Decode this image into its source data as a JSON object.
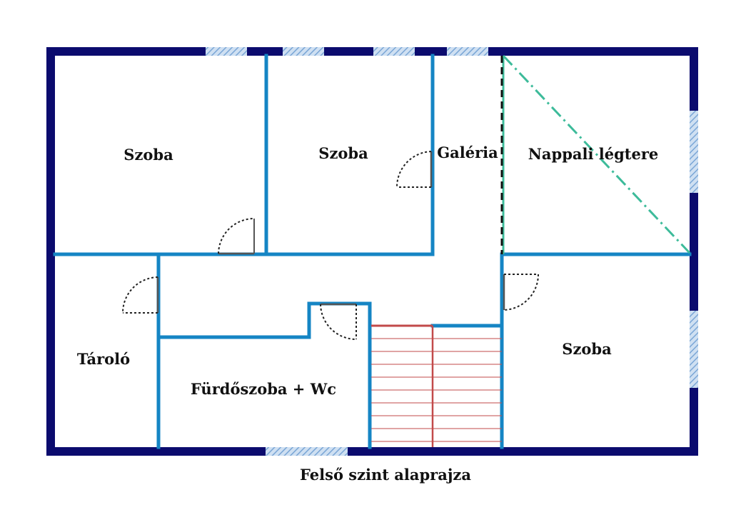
{
  "plan": {
    "caption": "Felső szint alaprajza",
    "rooms": {
      "szoba_1": "Szoba",
      "szoba_2": "Szoba",
      "galeria": "Galéria",
      "nappali_legtere": "Nappali légtere",
      "szoba_3": "Szoba",
      "tarolo": "Tároló",
      "furdoszoba": "Fürdőszoba + Wc"
    }
  },
  "colors": {
    "outer_wall": "#0b0b6e",
    "inner_wall": "#1585c4",
    "window": "#a9c6e6",
    "stair_line": "#c24a4a",
    "dashed_edge": "#3dbb9a",
    "door_arc": "#222222"
  },
  "icons": [
    "door-swing-icon",
    "window-icon",
    "staircase-icon"
  ]
}
